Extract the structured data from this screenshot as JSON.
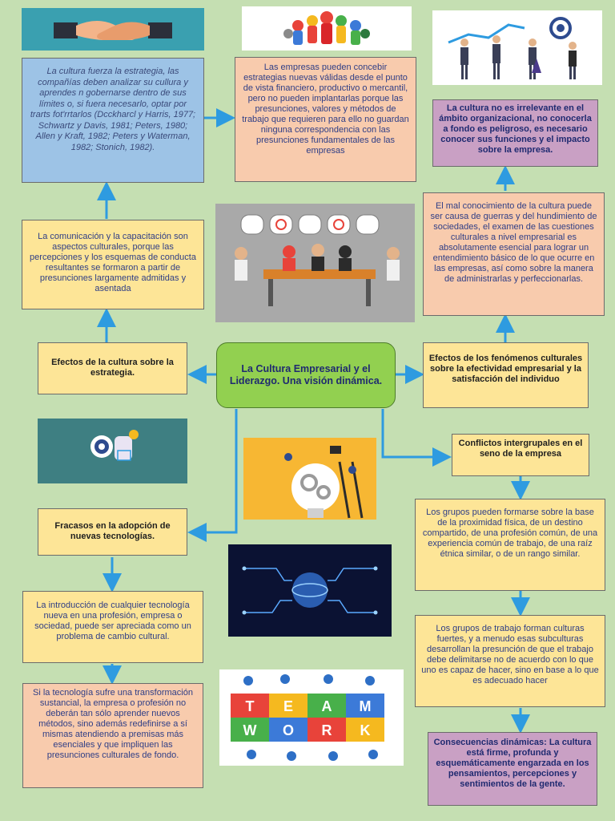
{
  "center": {
    "title": "La Cultura Empresarial y el Liderazgo. Una visión dinámica."
  },
  "left": {
    "citation": "La cultura fuerza la estrategia, las compañías deben analizar su cullura y aprendes n gobernarse dentro de sus límites o, si fuera necesarlo, optar por trarts fot'rrtarlos (Dcckharcl y Harris, 1977; Schwartz y Davis, 1981; Peters, 1980; Allen y Kraft, 1982; Peters y Waterman, 1982; Stonich, 1982).",
    "communication": "La comunicación y la capacitación son aspectos culturales, porque las percepciones y los esquemas de conducta resultantes se formaron a partir de presunciones largamente admitidas y asentada",
    "effects_strategy": "Efectos de la cultura sobre la estrategia.",
    "failures": "Fracasos en la adopción de nuevas tecnologías.",
    "introduction": "La introducción de cualquier tecnología nueva en una profesión, empresa o sociedad, puede ser apreciada como un problema de cambio cultural.",
    "if_technology": "Si la tecnología sufre una transformación sustancial, la empresa o profesión no deberán tan sólo aprender nuevos métodos, sino además redefinirse a sí mismas atendiendo a premisas más esenciales y que impliquen las presunciones culturales de fondo."
  },
  "middle": {
    "companies": "Las empresas pueden concebir estrategias nuevas válidas desde el punto de vista financiero, productivo o mercantil, pero no pueden implantarlas porque las presunciones, valores y métodos de trabajo que requieren para ello no guardan ninguna correspondencia con las presunciones fundamentales de las empresas",
    "team_letters": [
      "T",
      "E",
      "A",
      "M",
      "W",
      "O",
      "R",
      "K"
    ]
  },
  "right": {
    "culture_relevant": "La cultura no es irrelevante en el ámbito organizacional, no conocerla a fondo es peligroso, es necesario conocer sus funciones y el impacto sobre la empresa.",
    "misknowledge": "El mal conocimiento de la cultura puede ser causa de guerras y del hundimiento de sociedades, el examen de las cuestiones culturales a nivel empresarial es absolutamente esencial para lograr un entendimiento básico de lo que ocurre en las empresas, así como sobre la manera de administrarlas y perfeccionarlas.",
    "effects_phenomena": "Efectos de los fenómenos culturales sobre la efectividad empresarial y la satisfacción del individuo",
    "conflicts": "Conflictos intergrupales en el seno de la empresa",
    "groups_form": "Los grupos pueden formarse sobre la base de la proximidad física, de un destino compartido, de una profesión común, de una experiencia común de trabajo, de una raíz étnica similar, o de un rango similar.",
    "work_groups": "Los grupos de trabajo forman culturas fuertes, y a menudo esas subculturas desarrollan la presunción de que el trabajo debe delimitarse no de acuerdo con lo que uno es capaz de hacer, sino en base a lo que es adecuado hacer",
    "consequences": "Consecuencias dinámicas: La cultura está firme, profunda y esquemáticamente engarzada en los pensamientos, percepciones y sentimientos de la gente."
  },
  "colors": {
    "arrow": "#2e9be0",
    "center": "#92d050",
    "background": "#c5dfb2"
  }
}
